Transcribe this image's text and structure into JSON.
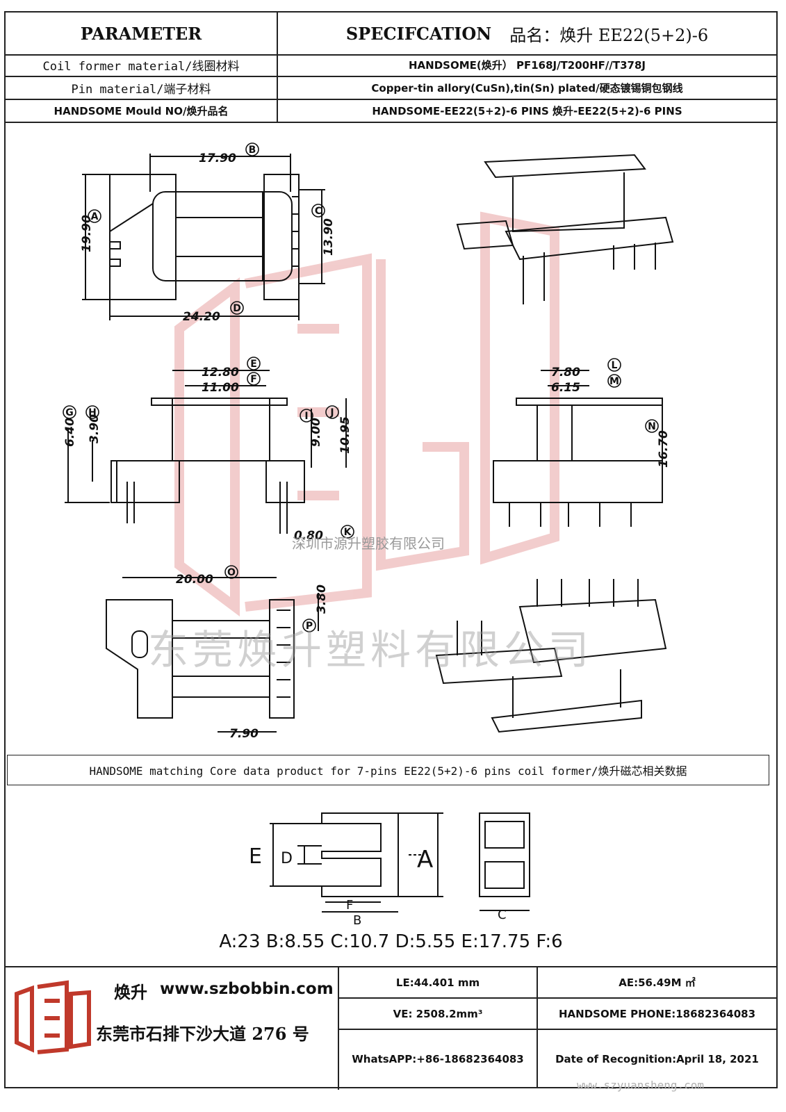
{
  "header": {
    "parameter": "PARAMETER",
    "specification": "SPECIFCATION",
    "product_name": "品名：焕升 EE22(5+2)-6"
  },
  "params": [
    {
      "label": "Coil former material/线圈材料",
      "value": "HANDSOME(焕升）   PF168J/T200HF//T378J"
    },
    {
      "label": "Pin material/端子材料",
      "value": "Copper-tin allory(CuSn),tin(Sn) plated/硬态镀锡铜包钢线"
    },
    {
      "label": "HANDSOME Mould NO/焕升品名",
      "value": "HANDSOME-EE22(5+2)-6 PINS    焕升-EE22(5+2)-6 PINS"
    }
  ],
  "dimensions": {
    "B": "17.90",
    "A": "19.90",
    "C": "13.90",
    "D": "24.20",
    "E": "12.80",
    "F": "11.00",
    "G": "6.40",
    "H": "3.90",
    "I": "9.00",
    "J": "10.95",
    "K": "0.80",
    "L": "7.80",
    "M": "6.15",
    "N": "16.70",
    "O": "20.00",
    "P": "3.80",
    "bottom": "7.90"
  },
  "dim_letters": [
    "A",
    "B",
    "C",
    "D",
    "E",
    "F",
    "G",
    "H",
    "I",
    "J",
    "K",
    "L",
    "M",
    "N",
    "O",
    "P"
  ],
  "watermarks": {
    "company_small": "深圳市源升塑胶有限公司",
    "company_large": "东莞焕升塑料有限公司",
    "website": "www.szyuansheng.com"
  },
  "core": {
    "title": "HANDSOME matching Core data  product for 7-pins EE22(5+2)-6 pins coil former/焕升磁芯相关数据",
    "labels": {
      "A": "A",
      "B": "B",
      "C": "C",
      "D": "D",
      "E": "E",
      "F": "F"
    },
    "values_line": "A:23 B:8.55 C:10.7 D:5.55 E:17.75 F:6"
  },
  "footer": {
    "brand_name": "焕升",
    "website": "www.szbobbin.com",
    "address": "东莞市石排下沙大道 276 号",
    "le": "LE:44.401 mm",
    "ae": "AE:56.49M ㎡",
    "ve": "VE: 2508.2mm³",
    "phone": "HANDSOME PHONE:18682364083",
    "whatsapp": "WhatsAPP:+86-18682364083",
    "date": "Date of Recognition:April 18, 2021"
  },
  "colors": {
    "line": "#111111",
    "watermark": "#e6a0a0",
    "logo": "#c0392b"
  }
}
